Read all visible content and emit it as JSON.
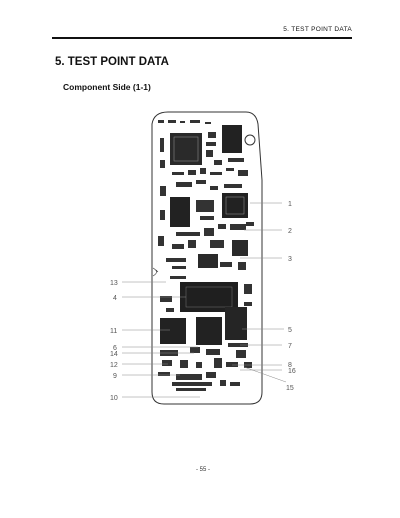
{
  "header": {
    "section": "5. TEST POINT DATA"
  },
  "title": "5. TEST POINT DATA",
  "subtitle": "Component Side (1-1)",
  "page_number": "- 55 -",
  "test_points": [
    "1",
    "2",
    "3",
    "4",
    "5",
    "6",
    "7",
    "8",
    "9",
    "10",
    "11",
    "12",
    "13",
    "14",
    "15",
    "16"
  ]
}
